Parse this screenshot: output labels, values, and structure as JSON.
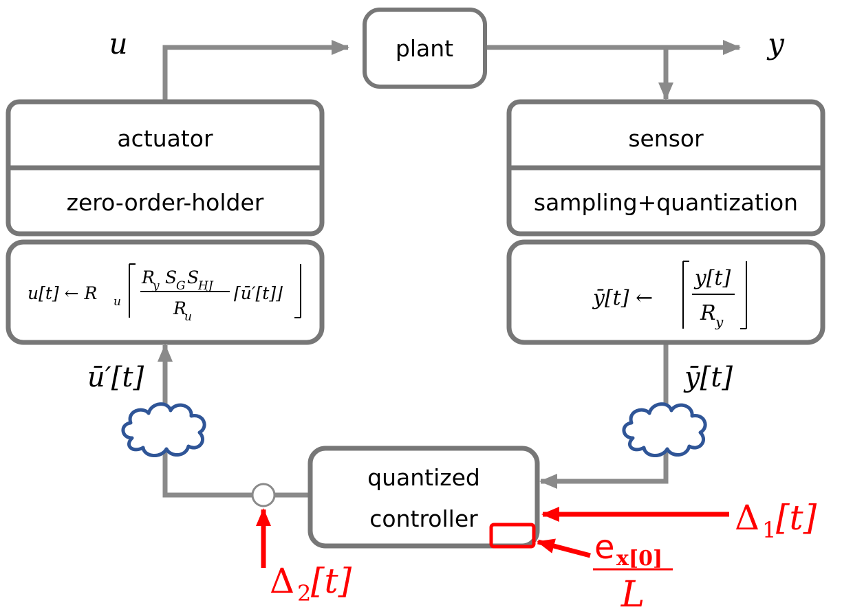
{
  "signals": {
    "u": "u",
    "y": "y",
    "u_bar_prime": "ū′[t]",
    "y_bar": "ȳ[t]"
  },
  "blocks": {
    "plant": "plant",
    "actuator": "actuator",
    "zero_order_holder": "zero-order-holder",
    "sensor": "sensor",
    "sampling_quantization": "sampling+quantization",
    "controller_line1": "quantized",
    "controller_line2": "controller"
  },
  "equations": {
    "actuator": {
      "lhs": "u[t] ← R",
      "lhs_sub": "u",
      "numerator": "R",
      "numerator_rest": "S",
      "num_subs": [
        "y",
        "G",
        "HJ"
      ],
      "denominator": "R",
      "denominator_sub": "u",
      "inner": "⌈ū′[t]⌋"
    },
    "sensor": {
      "lhs": "ȳ[t] ←",
      "numerator": "y[t]",
      "denominator": "R",
      "denominator_sub": "y"
    }
  },
  "disturbances": {
    "delta1": "Δ",
    "delta1_sub": "1",
    "delta1_arg": "[t]",
    "delta2": "Δ",
    "delta2_sub": "2",
    "delta2_arg": "[t]",
    "error_numerator": "e",
    "error_sub": "x[0]",
    "error_denominator": "L"
  },
  "colors": {
    "line": "#8a8a8a",
    "box_border": "#777777",
    "cloud": "#2f5597",
    "highlight": "#ff0000",
    "text": "#000000"
  }
}
